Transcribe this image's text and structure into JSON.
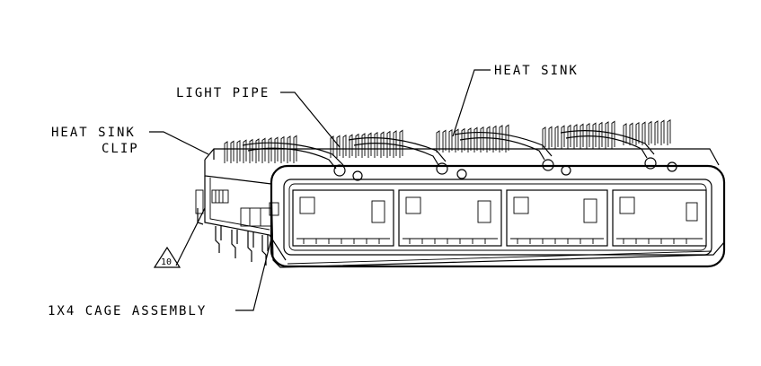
{
  "labels": {
    "heat_sink": "HEAT SINK",
    "light_pipe": "LIGHT PIPE",
    "heat_sink_clip_line1": "HEAT SINK",
    "heat_sink_clip_line2": "CLIP",
    "cage_assembly": "1X4 CAGE ASSEMBLY",
    "note_number": "10"
  }
}
